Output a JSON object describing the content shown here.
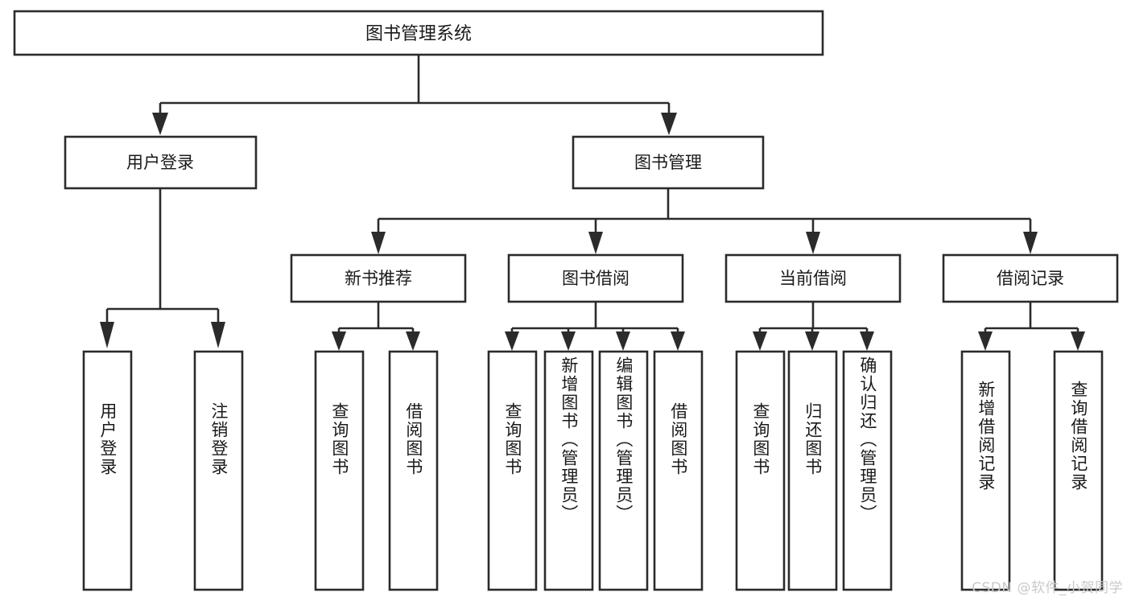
{
  "diagram": {
    "title": "图书管理系统",
    "type": "tree-hierarchy-diagram",
    "watermark": "CSDN @软件_小贺同学",
    "colors": {
      "stroke": "#2b2b2b",
      "fill": "#ffffff",
      "text": "#1a1a1a",
      "watermark": "#c9c9c9",
      "background": "#ffffff"
    },
    "root": {
      "label": "图书管理系统",
      "level": 1
    },
    "level2": [
      {
        "label": "用户登录"
      },
      {
        "label": "图书管理"
      }
    ],
    "level3": [
      {
        "label": "新书推荐",
        "parent": "图书管理"
      },
      {
        "label": "图书借阅",
        "parent": "图书管理"
      },
      {
        "label": "当前借阅",
        "parent": "图书管理"
      },
      {
        "label": "借阅记录",
        "parent": "图书管理"
      }
    ],
    "leaves": {
      "user_login": [
        {
          "label": "用户登录"
        },
        {
          "label": "注销登录"
        }
      ],
      "new_book_recommend": [
        {
          "label": "查询图书"
        },
        {
          "label": "借阅图书"
        }
      ],
      "book_borrow": [
        {
          "label": "查询图书"
        },
        {
          "label": "新增图书（管理员）"
        },
        {
          "label": "编辑图书（管理员）"
        },
        {
          "label": "借阅图书"
        }
      ],
      "current_borrow": [
        {
          "label": "查询图书"
        },
        {
          "label": "归还图书"
        },
        {
          "label": "确认归还（管理员）"
        }
      ],
      "borrow_record": [
        {
          "label": "新增借阅记录"
        },
        {
          "label": "查询借阅记录"
        }
      ]
    }
  }
}
